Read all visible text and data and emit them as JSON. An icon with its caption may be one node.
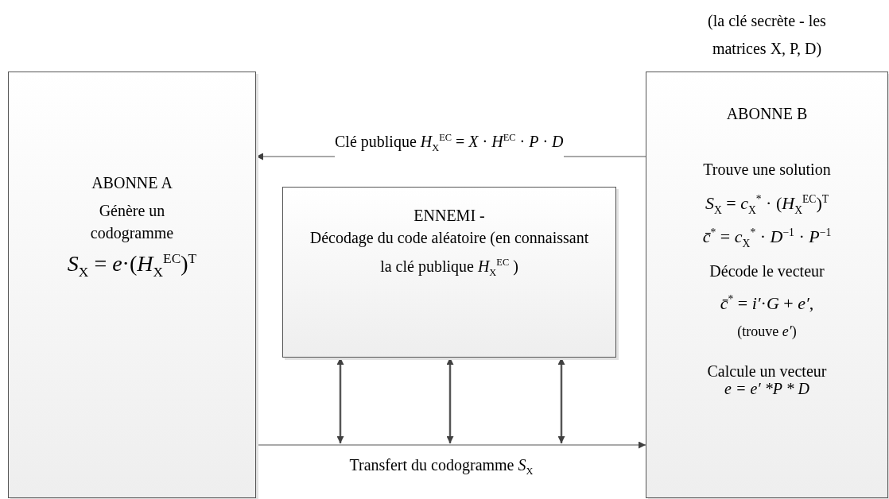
{
  "diagram": {
    "nodes": [
      {
        "text": [
          "ABONNE A",
          "Génère un codogramme",
          "*S*$_{X}$ = *e*·(*H*$_{X}$$^{EC}$)$^{T}$"
        ]
      },
      {
        "text": [
          "ENNEMI -",
          "Décodage du code aléatoire (en connaissant la clé publique *H*$_{X}$$^{EC}$ )"
        ]
      },
      {
        "text": [
          "ABONNE B",
          "Trouve une solution",
          "*S*$_{X}$ = *c*$_{X}$$^{*}$ · (*H*$_{X}$$^{EC}$)$^{T}$",
          "*c̄*$^{*}$ = *c*$_{X}$$^{*}$ · *D*$^{−1}$ · *P*$^{−1}$",
          "Décode le vecteur",
          "*c̄*$^{*}$ = *i′*·*G* + *e′*,",
          "(trouve *e′*)",
          "Calcule un vecteur",
          "e = e′ *P * D"
        ],
        "beside": [
          "(la clé secrète - les matrices X, P, D)"
        ]
      }
    ],
    "edges": [
      {
        "from": 2,
        "to": 0,
        "arrow": "to",
        "label": "Clé publique *H*$_{X}$$^{EC}$ = *X* · *H*$^{EC}$ · *P* · *D*"
      },
      {
        "from": 0,
        "to": 2,
        "arrow": "to",
        "label": "Transfert du codogramme *S*$_{X}$"
      },
      {
        "from": 1,
        "to": null,
        "arrow": "both"
      },
      {
        "from": 1,
        "to": null,
        "arrow": "both"
      },
      {
        "from": 1,
        "to": null,
        "arrow": "both"
      }
    ]
  }
}
